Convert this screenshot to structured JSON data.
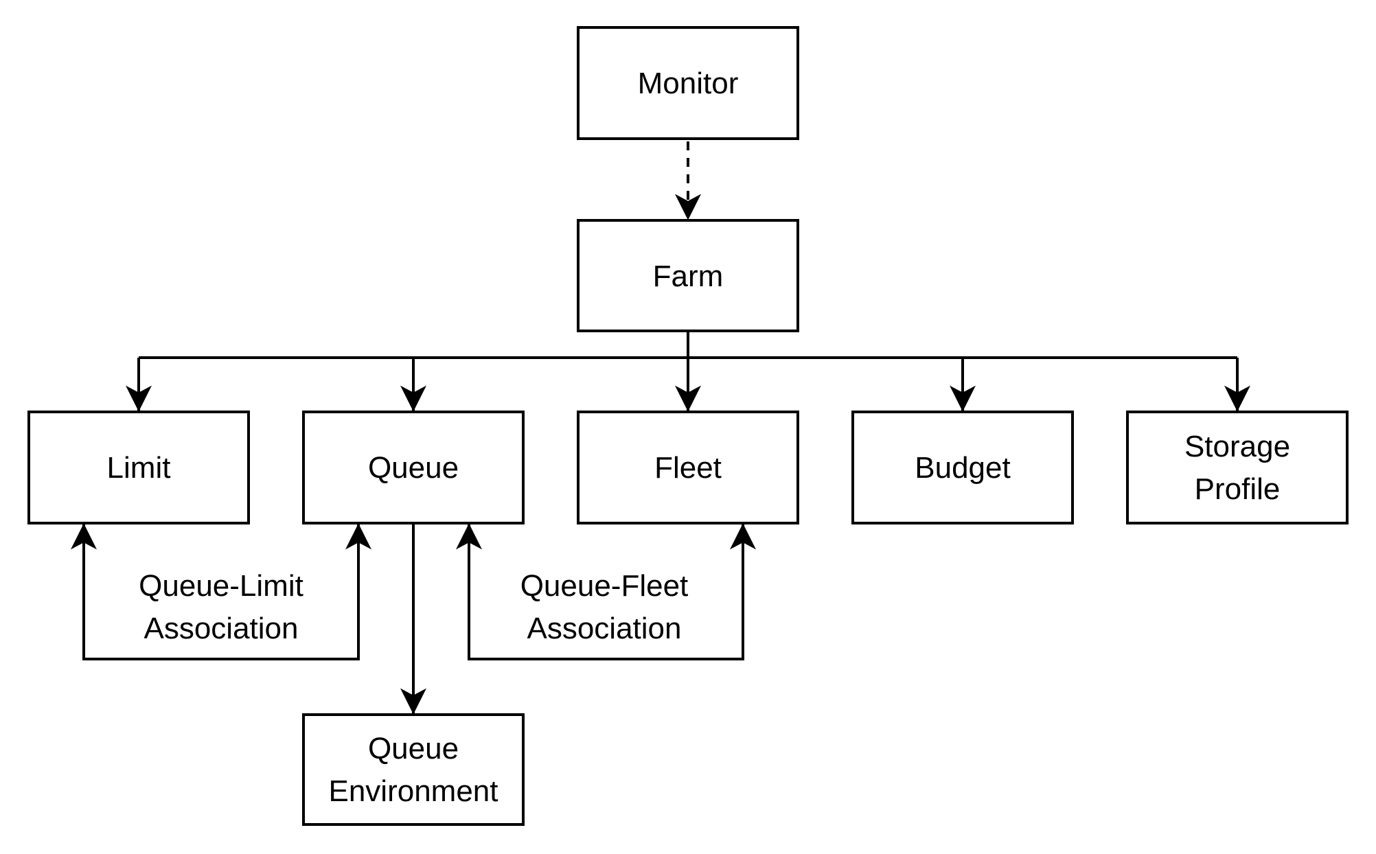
{
  "diagram": {
    "colors": {
      "background": "#ffffff",
      "stroke": "#000000",
      "text": "#000000"
    },
    "nodes": {
      "monitor": {
        "label": "Monitor"
      },
      "farm": {
        "label": "Farm"
      },
      "limit": {
        "label": "Limit"
      },
      "queue": {
        "label": "Queue"
      },
      "fleet": {
        "label": "Fleet"
      },
      "budget": {
        "label": "Budget"
      },
      "storage_profile": {
        "label_line1": "Storage",
        "label_line2": "Profile"
      },
      "queue_environment": {
        "label_line1": "Queue",
        "label_line2": "Environment"
      }
    },
    "edge_labels": {
      "queue_limit_association": {
        "label_line1": "Queue-Limit",
        "label_line2": "Association"
      },
      "queue_fleet_association": {
        "label_line1": "Queue-Fleet",
        "label_line2": "Association"
      }
    },
    "connections": [
      {
        "from": "Monitor",
        "to": "Farm",
        "style": "dashed-arrow"
      },
      {
        "from": "Farm",
        "to": "Limit",
        "style": "solid-arrow"
      },
      {
        "from": "Farm",
        "to": "Queue",
        "style": "solid-arrow"
      },
      {
        "from": "Farm",
        "to": "Fleet",
        "style": "solid-arrow"
      },
      {
        "from": "Farm",
        "to": "Budget",
        "style": "solid-arrow"
      },
      {
        "from": "Farm",
        "to": "Storage Profile",
        "style": "solid-arrow"
      },
      {
        "from": "Queue-Limit Association",
        "to": "Limit",
        "style": "solid-arrow"
      },
      {
        "from": "Queue-Limit Association",
        "to": "Queue",
        "style": "solid-arrow"
      },
      {
        "from": "Queue-Fleet Association",
        "to": "Queue",
        "style": "solid-arrow"
      },
      {
        "from": "Queue-Fleet Association",
        "to": "Fleet",
        "style": "solid-arrow"
      },
      {
        "from": "Queue",
        "to": "Queue Environment",
        "style": "solid-arrow"
      }
    ]
  }
}
